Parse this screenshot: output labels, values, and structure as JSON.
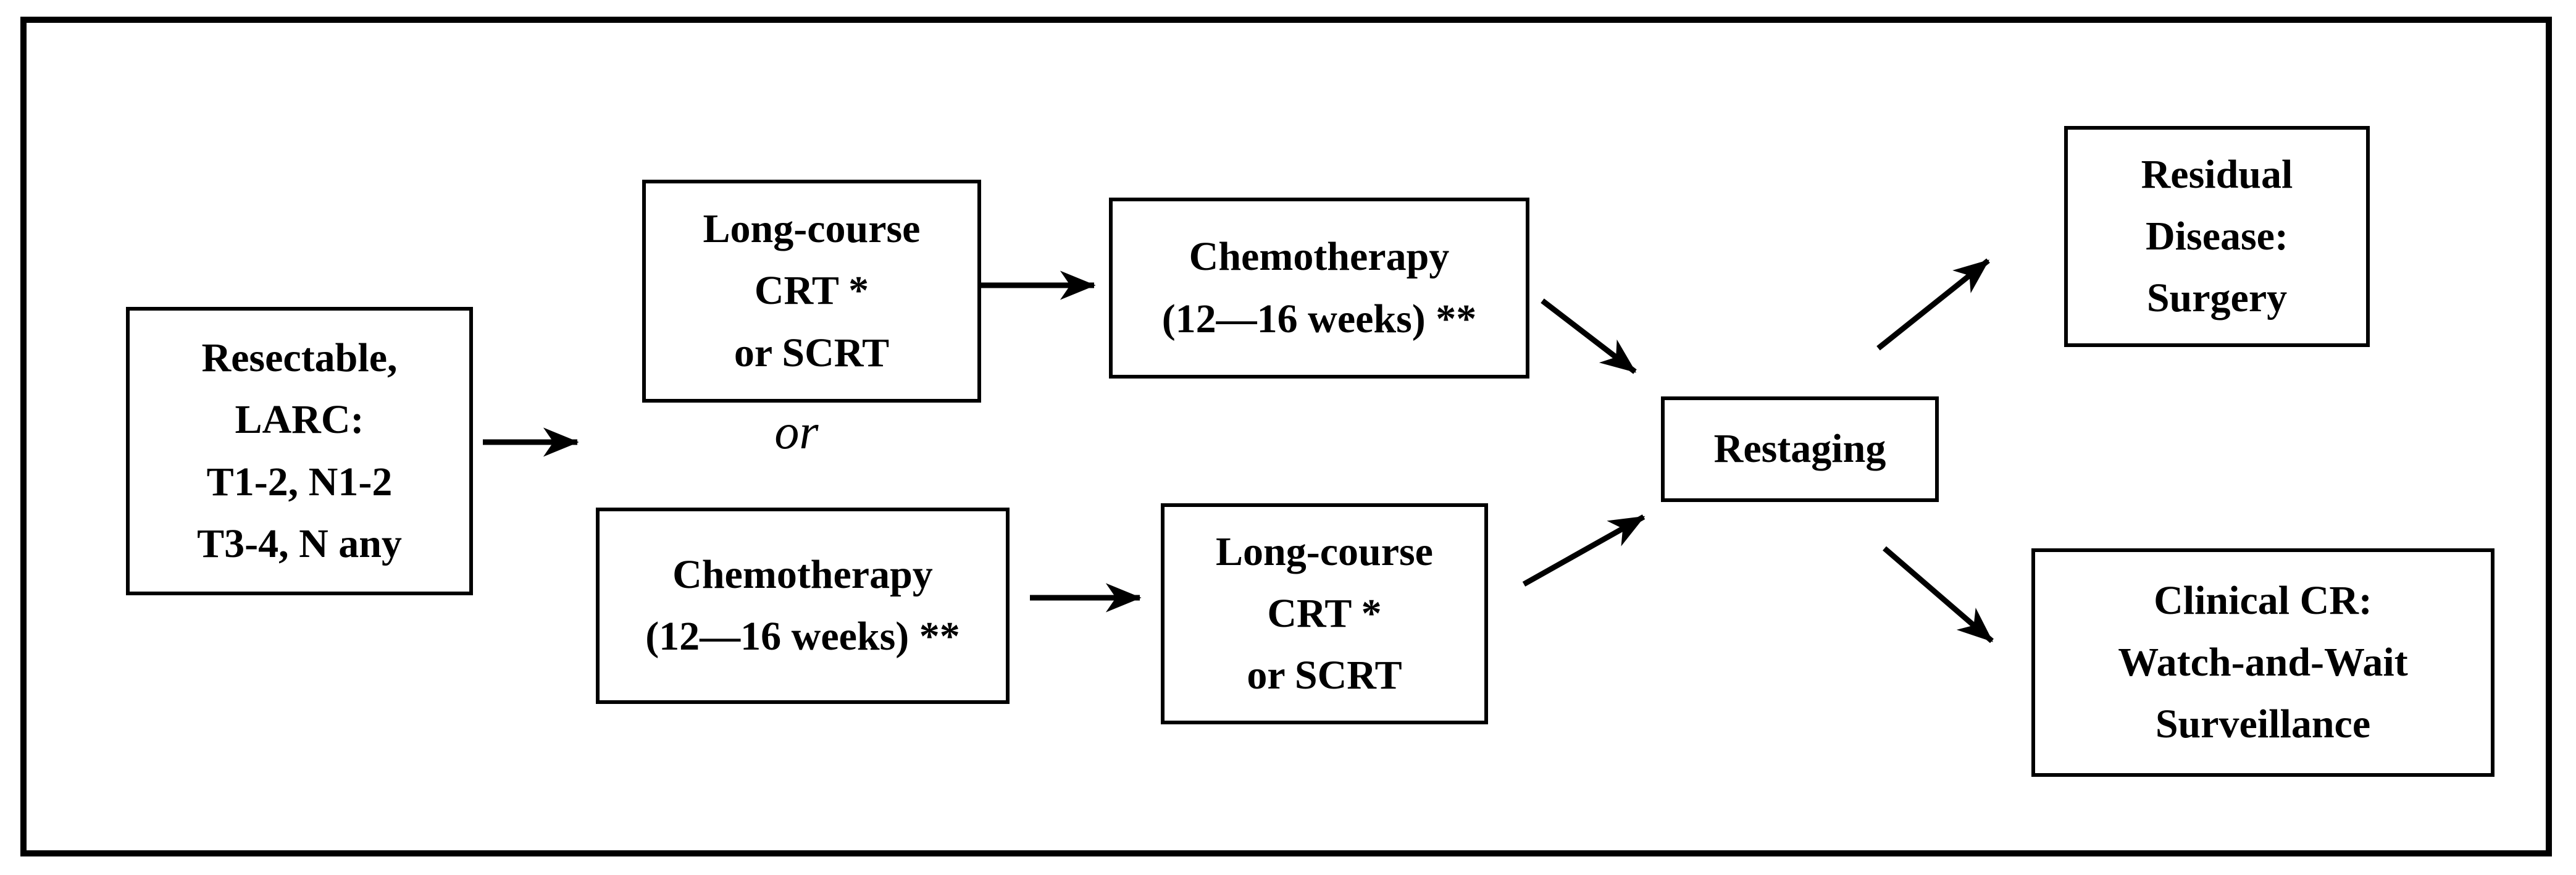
{
  "figure": {
    "type": "treatment-flowchart",
    "colors": {
      "ink": "#000000",
      "background": "#ffffff"
    },
    "or_label": "or",
    "nodes": [
      {
        "id": "resectable-larc",
        "lines": [
          "Resectable,",
          "LARC:",
          "T1-2, N1-2",
          "T3-4, N any"
        ]
      },
      {
        "id": "longcourse-crt-first",
        "lines": [
          "Long-course",
          "CRT *",
          "or SCRT"
        ]
      },
      {
        "id": "chemotherapy-second",
        "lines": [
          "Chemotherapy",
          "(12—16 weeks) **"
        ]
      },
      {
        "id": "chemotherapy-first",
        "lines": [
          "Chemotherapy",
          "(12—16 weeks) **"
        ]
      },
      {
        "id": "longcourse-crt-second",
        "lines": [
          "Long-course",
          "CRT *",
          "or SCRT"
        ]
      },
      {
        "id": "restaging",
        "lines": [
          "Restaging"
        ]
      },
      {
        "id": "residual-disease",
        "lines": [
          "Residual",
          "Disease:",
          "Surgery"
        ]
      },
      {
        "id": "clinical-cr",
        "lines": [
          "Clinical CR:",
          "Watch-and-Wait",
          "Surveillance"
        ]
      }
    ],
    "edges": [
      {
        "from": "resectable-larc",
        "to": "branch-point"
      },
      {
        "from": "longcourse-crt-first",
        "to": "chemotherapy-second"
      },
      {
        "from": "chemotherapy-first",
        "to": "longcourse-crt-second"
      },
      {
        "from": "chemotherapy-second",
        "to": "restaging"
      },
      {
        "from": "longcourse-crt-second",
        "to": "restaging"
      },
      {
        "from": "restaging",
        "to": "residual-disease"
      },
      {
        "from": "restaging",
        "to": "clinical-cr"
      }
    ]
  }
}
